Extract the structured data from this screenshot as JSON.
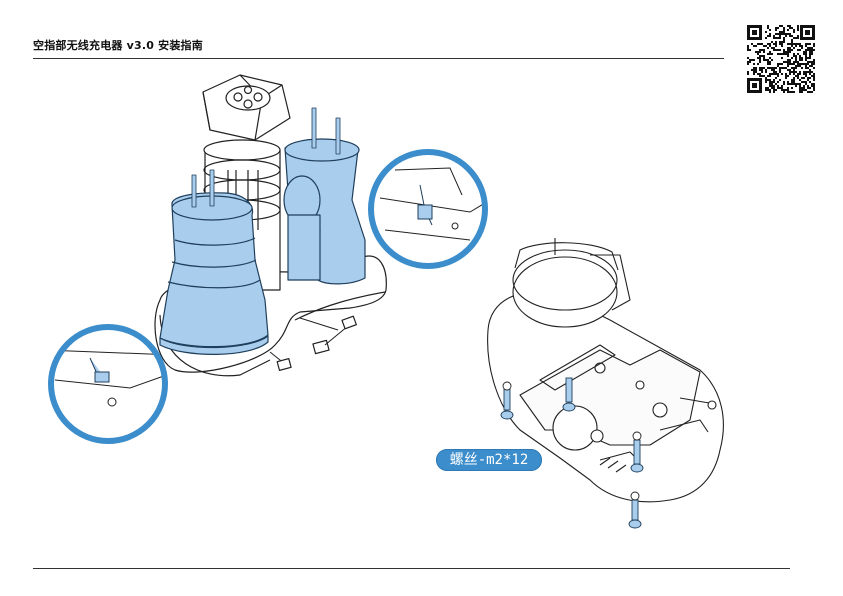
{
  "header": {
    "title": "空指部无线充电器 v3.0 安装指南"
  },
  "callout": {
    "screw_label": "螺丝-m2*12"
  },
  "colors": {
    "accent_blue": "#3c8dcc",
    "part_highlight": "#a9cdec",
    "line": "#333333"
  },
  "icons": {
    "qr": "qr-code",
    "screw": "screw-icon"
  }
}
